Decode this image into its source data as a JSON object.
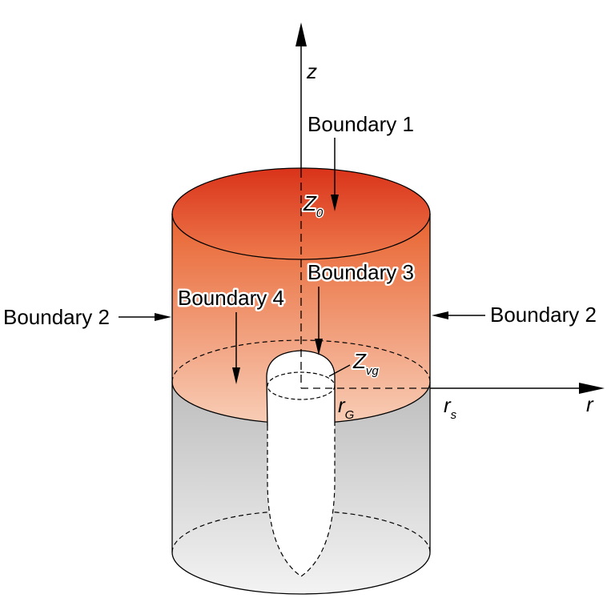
{
  "diagram": {
    "axis_z": "z",
    "axis_r": "r",
    "boundary1": "Boundary 1",
    "boundary2_left": "Boundary 2",
    "boundary2_right": "Boundary 2",
    "boundary3": "Boundary 3",
    "boundary4": "Boundary 4",
    "z0": {
      "base": "Z",
      "sub": "0"
    },
    "zvg": {
      "base": "Z",
      "sub": "vg"
    },
    "rG": {
      "base": "r",
      "sub": "G"
    },
    "rS": {
      "base": "r",
      "sub": "s"
    }
  },
  "colors": {
    "top_color": "#e03a1a",
    "mid_color": "#f6c0a6",
    "gray_top": "#c9c9c9",
    "gray_bottom": "#f2f2f2"
  }
}
